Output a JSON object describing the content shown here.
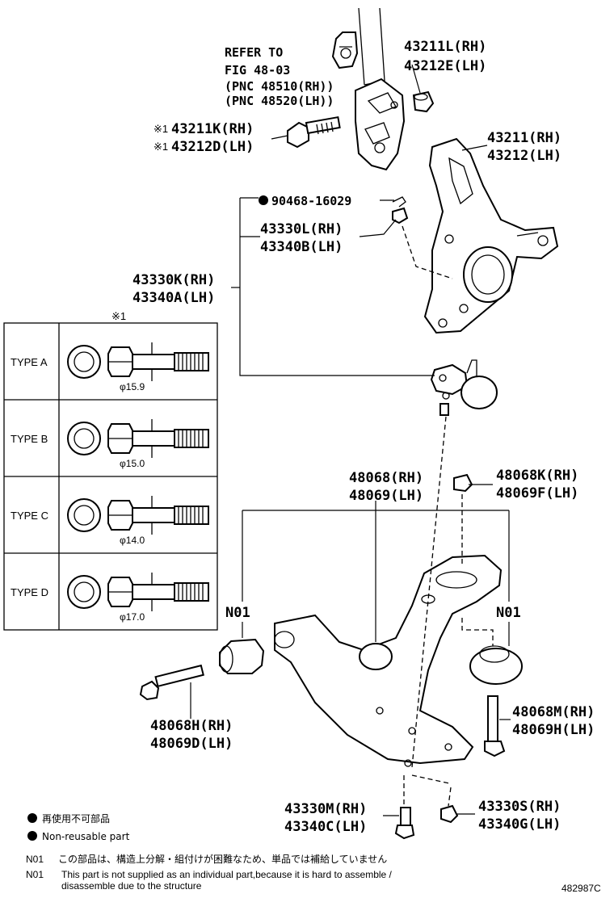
{
  "labels": {
    "refer_line1": "REFER TO",
    "refer_line2": "FIG 48-03",
    "refer_line3": "(PNC 48510(RH))",
    "refer_line4": "(PNC 48520(LH))",
    "nut_rh": "43211L(RH)",
    "nut_lh": "43212E(LH)",
    "bolt_rh": "43211K(RH)",
    "bolt_lh": "43212D(LH)",
    "bolt_mark": "※1",
    "knuckle_rh": "43211(RH)",
    "knuckle_lh": "43212(LH)",
    "pin_part": "90468-16029",
    "balljoint_nut_rh": "43330L(RH)",
    "balljoint_nut_lh": "43340B(LH)",
    "balljoint_rh": "43330K(RH)",
    "balljoint_lh": "43340A(LH)",
    "arm_rh": "48068(RH)",
    "arm_lh": "48069(LH)",
    "arm_nut_rh": "48068K(RH)",
    "arm_nut_lh": "48069F(LH)",
    "n01_left": "N01",
    "n01_right": "N01",
    "arm_bolt_left_rh": "48068H(RH)",
    "arm_bolt_left_lh": "48069D(LH)",
    "arm_bolt_right_rh": "48068M(RH)",
    "arm_bolt_right_lh": "48069H(LH)",
    "bj_bolt_rh": "43330M(RH)",
    "bj_bolt_lh": "43340C(LH)",
    "bj_nut_rh": "43330S(RH)",
    "bj_nut_lh": "43340G(LH)"
  },
  "table": {
    "header": "※1",
    "rows": [
      {
        "type": "TYPE A",
        "dia": "φ15.9"
      },
      {
        "type": "TYPE B",
        "dia": "φ15.0"
      },
      {
        "type": "TYPE C",
        "dia": "φ14.0"
      },
      {
        "type": "TYPE D",
        "dia": "φ17.0"
      }
    ]
  },
  "legend": {
    "jp": "再使用不可部品",
    "en": "Non-reusable part"
  },
  "notes": {
    "code": "N01",
    "jp_text": "この部品は、構造上分解・組付けが困難なため、単品では補給していません",
    "en_text_1": "This part is not supplied as an individual part,because it is hard to assemble /",
    "en_text_2": "disassemble due to the structure"
  },
  "figure_id": "482987C"
}
